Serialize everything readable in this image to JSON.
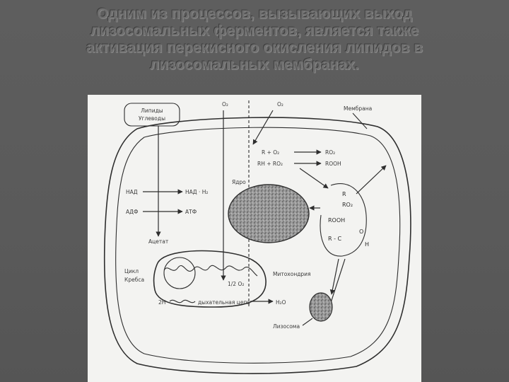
{
  "slide": {
    "title_lines": [
      "Одним из процессов, вызывающих выход",
      "лизосомальных ферментов, является также",
      "активация перекисного окисления липидов в",
      "лизосомальных мембранах."
    ]
  },
  "diagram": {
    "lipids_box": [
      "Липиды",
      "Углеводы"
    ],
    "o2_left": "O₂",
    "o2_right": "O₂",
    "membrane": "Мембрана",
    "reaction_1": "R + O₂",
    "reaction_1_product": "RO₂",
    "reaction_2": "RH + RO₂",
    "reaction_2_product": "ROOH",
    "nucleus": "Ядро",
    "nad": "НАД",
    "nadh": "НАД · H₂",
    "adp": "АДФ",
    "atp": "АТФ",
    "acetate": "Ацетат",
    "krebs": [
      "Цикл",
      "Кребса"
    ],
    "half_o2": "1/2 O₂",
    "mitochondria": "Митохондрия",
    "two_h": "2H",
    "resp_chain": "дыхательная цепь",
    "h2o": "H₂O",
    "lysosome": "Лизосома",
    "radicals": [
      "R",
      "RO₂",
      "ROOH",
      "R - C",
      "O",
      "H"
    ]
  },
  "colors": {
    "background": "#5a5a5a",
    "title_fill": "#6f6f6f",
    "panel": "#f3f3f1",
    "ink": "#2e2e2e"
  }
}
